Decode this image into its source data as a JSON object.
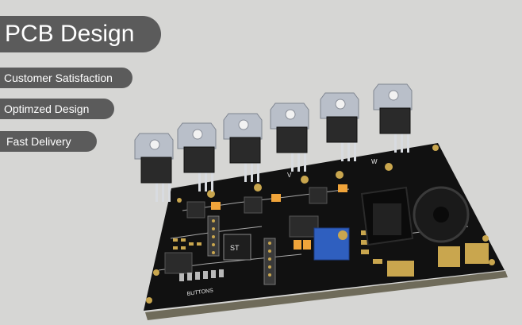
{
  "header": {
    "title": "PCB Design"
  },
  "features": [
    {
      "label": "Customer Satisfaction"
    },
    {
      "label": "Optimzed Design"
    },
    {
      "label": "Fast Delivery"
    }
  ],
  "pcb": {
    "silkscreen": {
      "label_v": "V",
      "label_w": "W",
      "label_chip": "ST",
      "label_button": "BUTTONS"
    },
    "colors": {
      "board": "#111111",
      "silk": "#e8e8e8",
      "gold": "#c9a64e",
      "smd_orange": "#f0a43a",
      "trimmer_blue": "#2f5fbf",
      "transistor_metal": "#b9bfc9"
    }
  }
}
